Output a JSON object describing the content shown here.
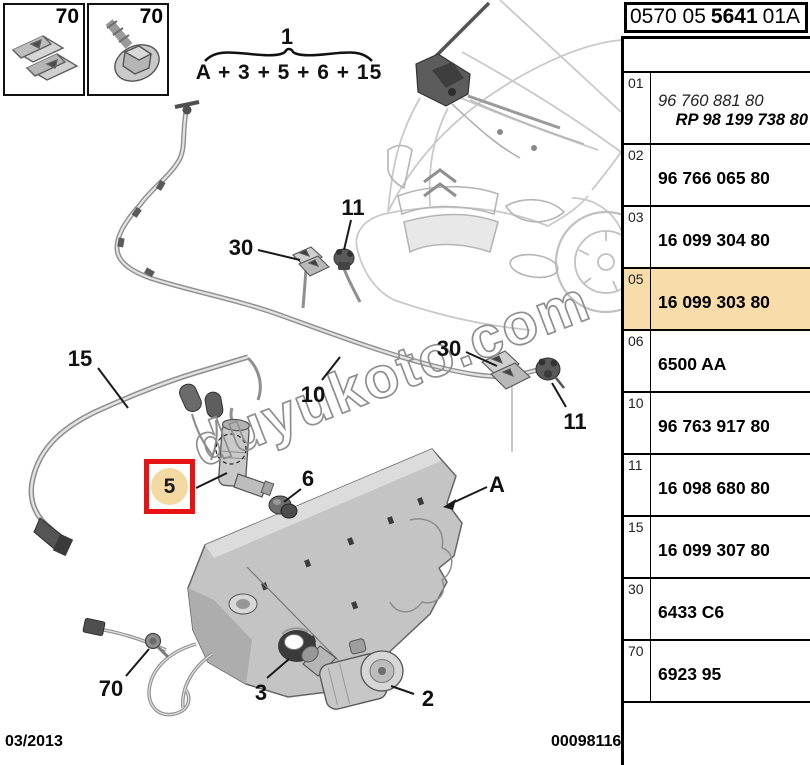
{
  "header": {
    "code_prefix": "0570 05",
    "code_main": "5641",
    "code_suffix": "01A"
  },
  "top_left_parts": [
    {
      "label": "70",
      "icon": "metal-clip-icon"
    },
    {
      "label": "70",
      "icon": "hex-screw-icon"
    }
  ],
  "assembly_note": {
    "number": "1",
    "formula": "A + 3 + 5 + 6 + 15"
  },
  "callouts": {
    "clip_upper": "30",
    "connector_upper": "11",
    "hose_left": "15",
    "hose_main": "10",
    "clip_right": "30",
    "connector_right": "11",
    "pump_highlight": "5",
    "grommet": "6",
    "reservoir": "A",
    "screw": "70",
    "seal": "3",
    "washer_pump": "2"
  },
  "watermark": "duyukoto.com",
  "table": {
    "rows": [
      {
        "ref": "01",
        "highlight": false,
        "lines": [
          {
            "text": "96 760 881 80",
            "style": "italic"
          },
          {
            "text": "RP 98 199 738 80",
            "style": "bold-italic-right"
          }
        ]
      },
      {
        "ref": "02",
        "highlight": false,
        "lines": [
          {
            "text": "96 766 065 80",
            "style": "bold"
          }
        ]
      },
      {
        "ref": "03",
        "highlight": false,
        "lines": [
          {
            "text": "16 099 304 80",
            "style": "bold"
          }
        ]
      },
      {
        "ref": "05",
        "highlight": true,
        "lines": [
          {
            "text": "16 099 303 80",
            "style": "bold"
          }
        ]
      },
      {
        "ref": "06",
        "highlight": false,
        "lines": [
          {
            "text": "6500 AA",
            "style": "bold"
          }
        ]
      },
      {
        "ref": "10",
        "highlight": false,
        "lines": [
          {
            "text": "96 763 917 80",
            "style": "bold"
          }
        ]
      },
      {
        "ref": "11",
        "highlight": false,
        "lines": [
          {
            "text": "16 098 680 80",
            "style": "bold"
          }
        ]
      },
      {
        "ref": "15",
        "highlight": false,
        "lines": [
          {
            "text": "16 099 307 80",
            "style": "bold"
          }
        ]
      },
      {
        "ref": "30",
        "highlight": false,
        "lines": [
          {
            "text": "6433 C6",
            "style": "bold"
          }
        ]
      },
      {
        "ref": "70",
        "highlight": false,
        "lines": [
          {
            "text": "6923 95",
            "style": "bold"
          }
        ]
      }
    ]
  },
  "footer": {
    "date": "03/2013",
    "document_number": "00098116"
  },
  "colors": {
    "row_highlight": "#F8DCA9",
    "selection_red": "#E81313",
    "highlight_circle": "#F5D9A2"
  }
}
